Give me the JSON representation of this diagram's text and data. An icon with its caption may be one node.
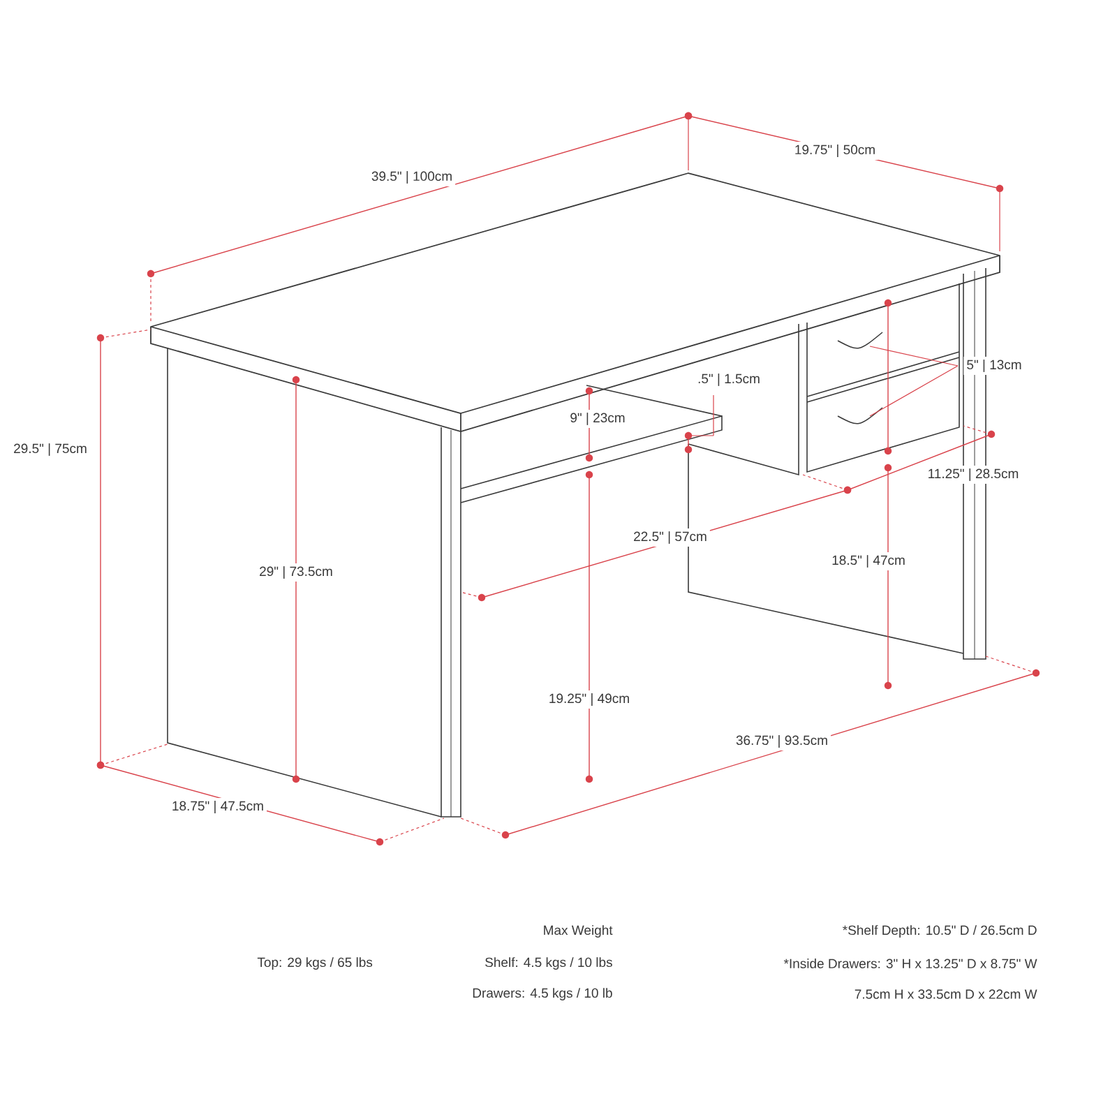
{
  "diagram": {
    "labels": [
      "39.5\" | 100cm",
      "19.75\" | 50cm",
      "29.5\" | 75cm",
      "5\" | 13cm",
      ".5\" | 1.5cm",
      "9\" | 23cm",
      "11.25\" | 28.5cm",
      "29\" | 73.5cm",
      "22.5\" | 57cm",
      "18.5\" | 47cm",
      "19.25\" | 49cm",
      "36.75\" | 93.5cm",
      "18.75\" | 47.5cm",
      "Max Weight",
      "*Shelf Depth: 10.5\" D / 26.5cm D",
      "Top: 29 kgs / 65 lbs",
      "Shelf: 4.5 kgs / 10 lbs",
      "*Inside Drawers: 3\" H x 13.25\" D x 8.75\" W",
      "Drawers: 4.5 kgs / 10 lb",
      "7.5cm H x 33.5cm D x 22cm W"
    ]
  }
}
